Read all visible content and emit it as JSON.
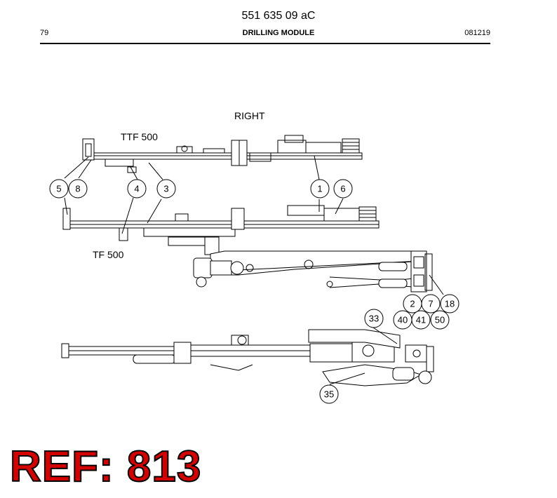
{
  "header": {
    "doc_number": "551 635 09 aC",
    "page_number": "79",
    "module_title": "DRILLING MODULE",
    "date_code": "081219"
  },
  "view_label": "RIGHT",
  "feeds": {
    "upper": "TTF 500",
    "lower": "TF 500"
  },
  "callouts": [
    "5",
    "8",
    "4",
    "3",
    "1",
    "6",
    "2",
    "7",
    "18",
    "40",
    "41",
    "50",
    "33",
    "35"
  ],
  "ref_stamp": "REF: 813",
  "colors": {
    "stamp_fill": "#d40000",
    "stamp_outline": "#000000",
    "line": "#000000"
  }
}
